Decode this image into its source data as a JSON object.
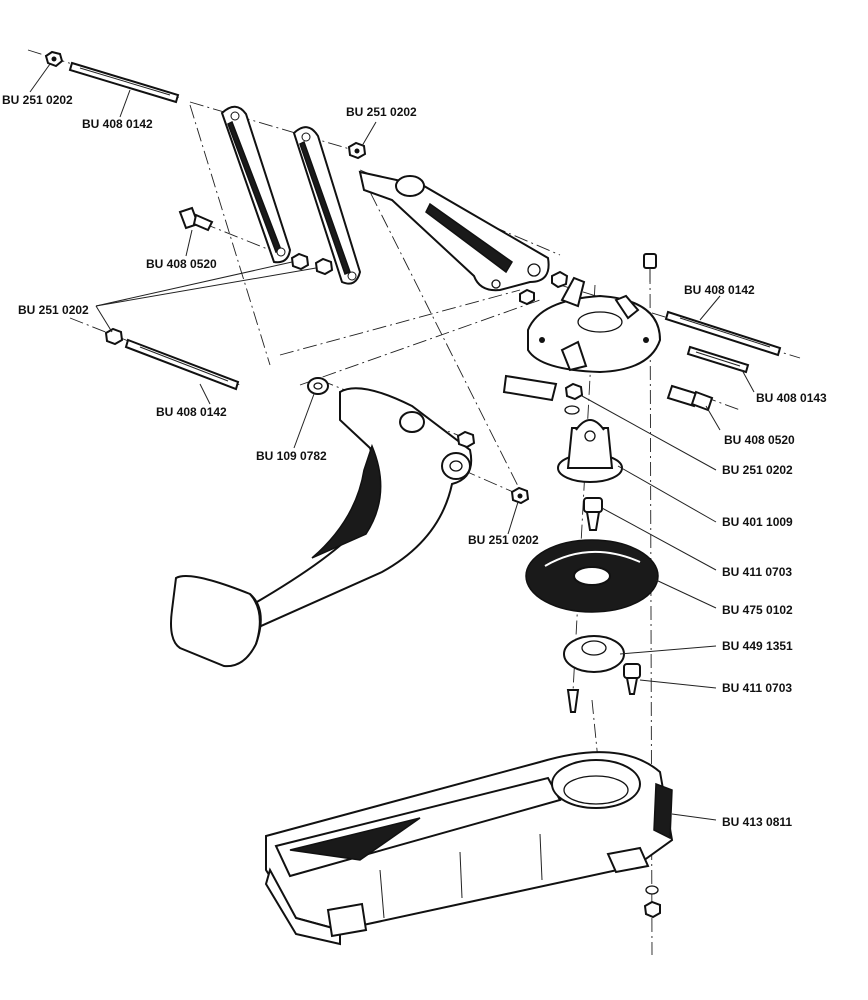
{
  "labels": {
    "nut_top_left": "BU 251 0202",
    "rod_top_left": "BU 408 0142",
    "nut_top_center": "BU 251 0202",
    "pin_left": "BU 408 0520",
    "nut_left_group": "BU 251 0202",
    "rod_lower_left": "BU 408 0142",
    "bushing": "BU 109 0782",
    "nut_lower_center": "BU 251 0202",
    "rod_right_upper": "BU 408 0142",
    "rod_right_lower": "BU 408 0143",
    "pin_right": "BU 408 0520",
    "nut_right": "BU 251 0202",
    "pivot_cup": "BU 401 1009",
    "screw_upper": "BU 411 0703",
    "dish": "BU 475 0102",
    "flange_ring": "BU 449 1351",
    "screw_lower": "BU 411 0703",
    "housing": "BU 413 0811"
  }
}
